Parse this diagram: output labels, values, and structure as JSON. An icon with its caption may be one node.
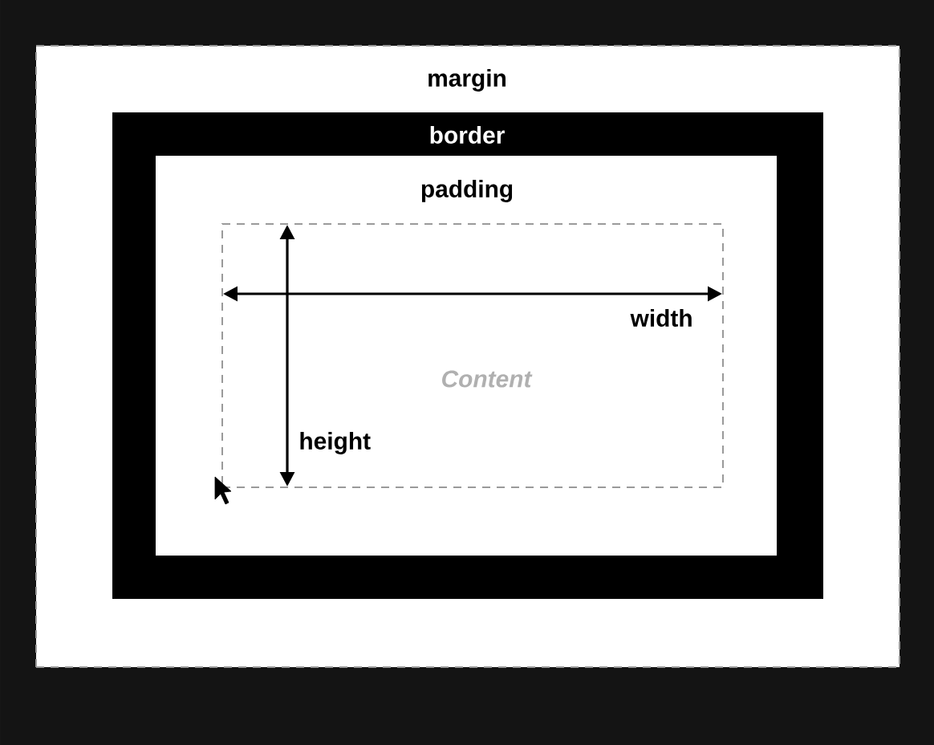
{
  "diagram": {
    "nodes": [
      {
        "text": [
          "margin"
        ]
      },
      {
        "text": [
          "border"
        ],
        "in": 0
      },
      {
        "text": [
          "padding"
        ],
        "in": 1
      },
      {
        "text": [
          "Content"
        ],
        "in": 2
      }
    ],
    "labels": [
      "width",
      "height"
    ]
  }
}
